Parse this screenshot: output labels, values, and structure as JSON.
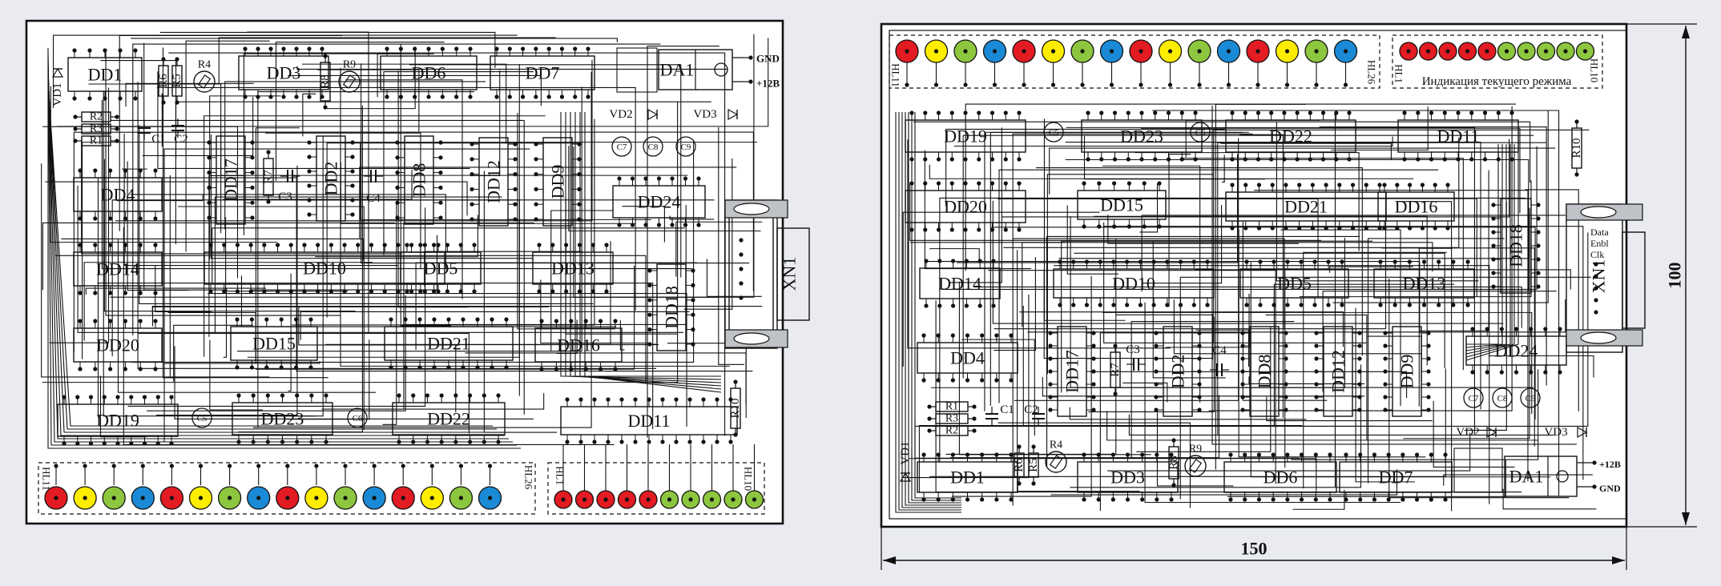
{
  "left_board": {
    "chips": {
      "DD1": "DD1",
      "DD3": "DD3",
      "DD6": "DD6",
      "DD7": "DD7",
      "DA1": "DA1",
      "DD17": "DD17",
      "DD2": "DD2",
      "DD8": "DD8",
      "DD12": "DD12",
      "DD9": "DD9",
      "DD4": "DD4",
      "DD24": "DD24",
      "DD14": "DD14",
      "DD10": "DD10",
      "DD5": "DD5",
      "DD13": "DD13",
      "DD18": "DD18",
      "DD20": "DD20",
      "DD15": "DD15",
      "DD21": "DD21",
      "DD16": "DD16",
      "DD19": "DD19",
      "DD23": "DD23",
      "DD22": "DD22",
      "DD11": "DD11"
    },
    "passives": {
      "R6": "R6",
      "R5": "R5",
      "R4": "R4",
      "R8": "R8",
      "R9": "R9",
      "R2": "R2",
      "R3": "R3",
      "R1": "R1",
      "C1": "C1",
      "C2": "C2",
      "R7": "R7",
      "C3": "C3",
      "C4": "C4",
      "VD1": "VD1",
      "VD2": "VD2",
      "VD3": "VD3",
      "C7": "C7",
      "C8": "C8",
      "C9": "C9",
      "C5": "C5",
      "C6": "C6",
      "R10": "R10"
    },
    "connector": "XN1",
    "gnd": "GND",
    "plus12": "+12B",
    "hl11": "HL11",
    "hl26": "HL26",
    "hl1": "HL1",
    "hl10": "HL10"
  },
  "right_board": {
    "chips": {
      "DD19": "DD19",
      "DD23": "DD23",
      "DD22": "DD22",
      "DD11": "DD11",
      "DD20": "DD20",
      "DD15": "DD15",
      "DD21": "DD21",
      "DD16": "DD16",
      "DD18": "DD18",
      "DD14": "DD14",
      "DD10": "DD10",
      "DD5": "DD5",
      "DD13": "DD13",
      "DD4": "DD4",
      "DD17": "DD17",
      "DD2": "DD2",
      "DD8": "DD8",
      "DD12": "DD12",
      "DD9": "DD9",
      "DD24": "DD24",
      "DD1": "DD1",
      "DD3": "DD3",
      "DD6": "DD6",
      "DD7": "DD7",
      "DA1": "DA1"
    },
    "passives": {
      "C5": "C5",
      "C6": "C6",
      "R10": "R10",
      "C3": "C3",
      "C4": "C4",
      "R7": "R7",
      "C7": "C7",
      "C8": "C8",
      "C9": "C9",
      "R1": "R1",
      "R2": "R2",
      "R3": "R3",
      "C1": "C1",
      "C2": "C2",
      "VD1": "VD1",
      "R6": "R6",
      "R5": "R5",
      "R4": "R4",
      "R8": "R8",
      "R9": "R9",
      "VD2": "VD2",
      "VD3": "VD3"
    },
    "connector": "XN1",
    "connector_pins": [
      "Data",
      "Enbl",
      "Clk"
    ],
    "gnd": "GND",
    "plus12": "+12B",
    "hl11": "HL11",
    "hl26": "HL26",
    "hl1": "HL1",
    "hl10": "HL10",
    "mode_caption": "Индикация текущего режима"
  },
  "led_colors": {
    "red": "#e31b23",
    "yellow": "#ffed00",
    "green": "#8dc63f",
    "blue": "#1b8ad6"
  },
  "led_row_big": [
    "red",
    "yellow",
    "green",
    "blue",
    "red",
    "yellow",
    "green",
    "blue",
    "red",
    "yellow",
    "green",
    "blue",
    "red",
    "yellow",
    "green",
    "blue"
  ],
  "led_row_small": [
    "red",
    "red",
    "red",
    "red",
    "red",
    "green",
    "green",
    "green",
    "green",
    "green"
  ],
  "dimensions": {
    "width": "150",
    "height": "100"
  }
}
